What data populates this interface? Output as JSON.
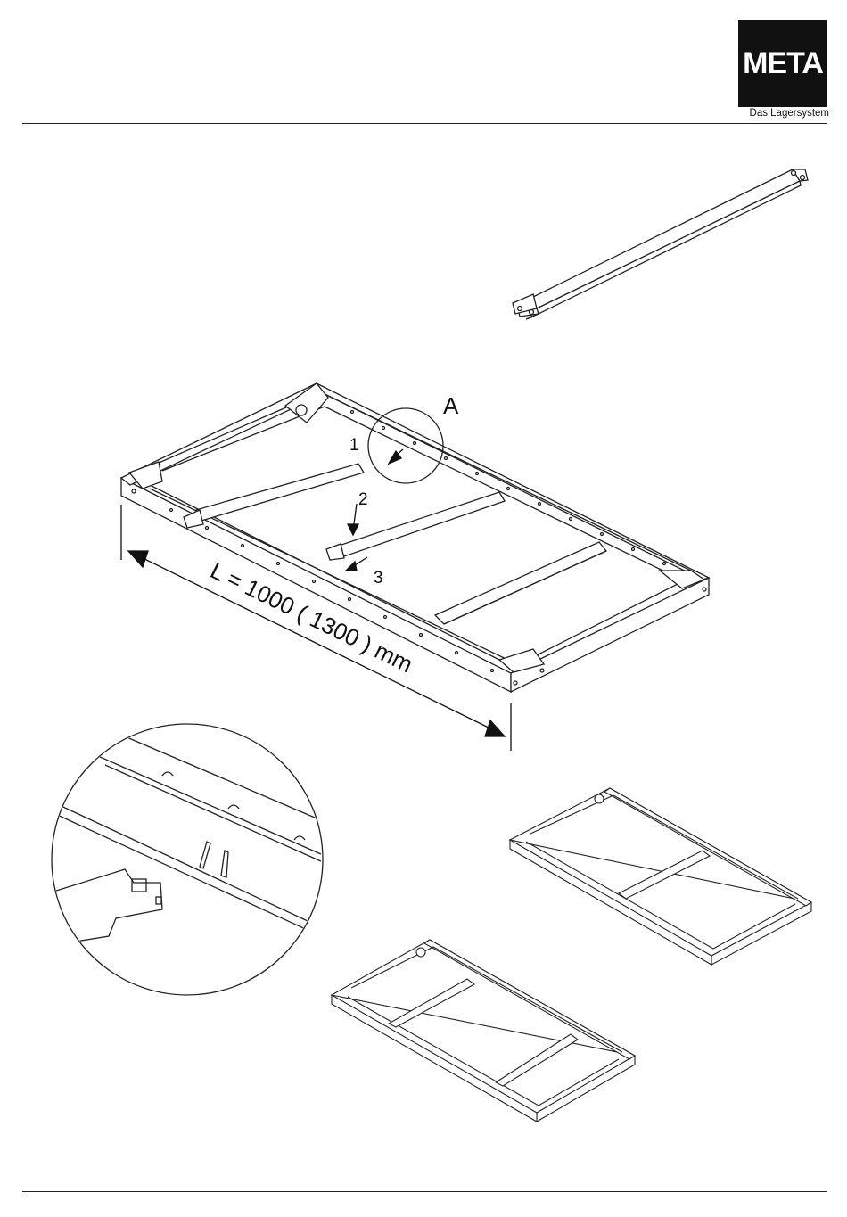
{
  "brand": {
    "logo_text": "META",
    "tagline": "Das Lagersystem"
  },
  "diagram": {
    "detail_label": "A",
    "step_labels": [
      "1",
      "2",
      "3"
    ],
    "dimension_label": "L = 1000 ( 1300 ) mm"
  }
}
